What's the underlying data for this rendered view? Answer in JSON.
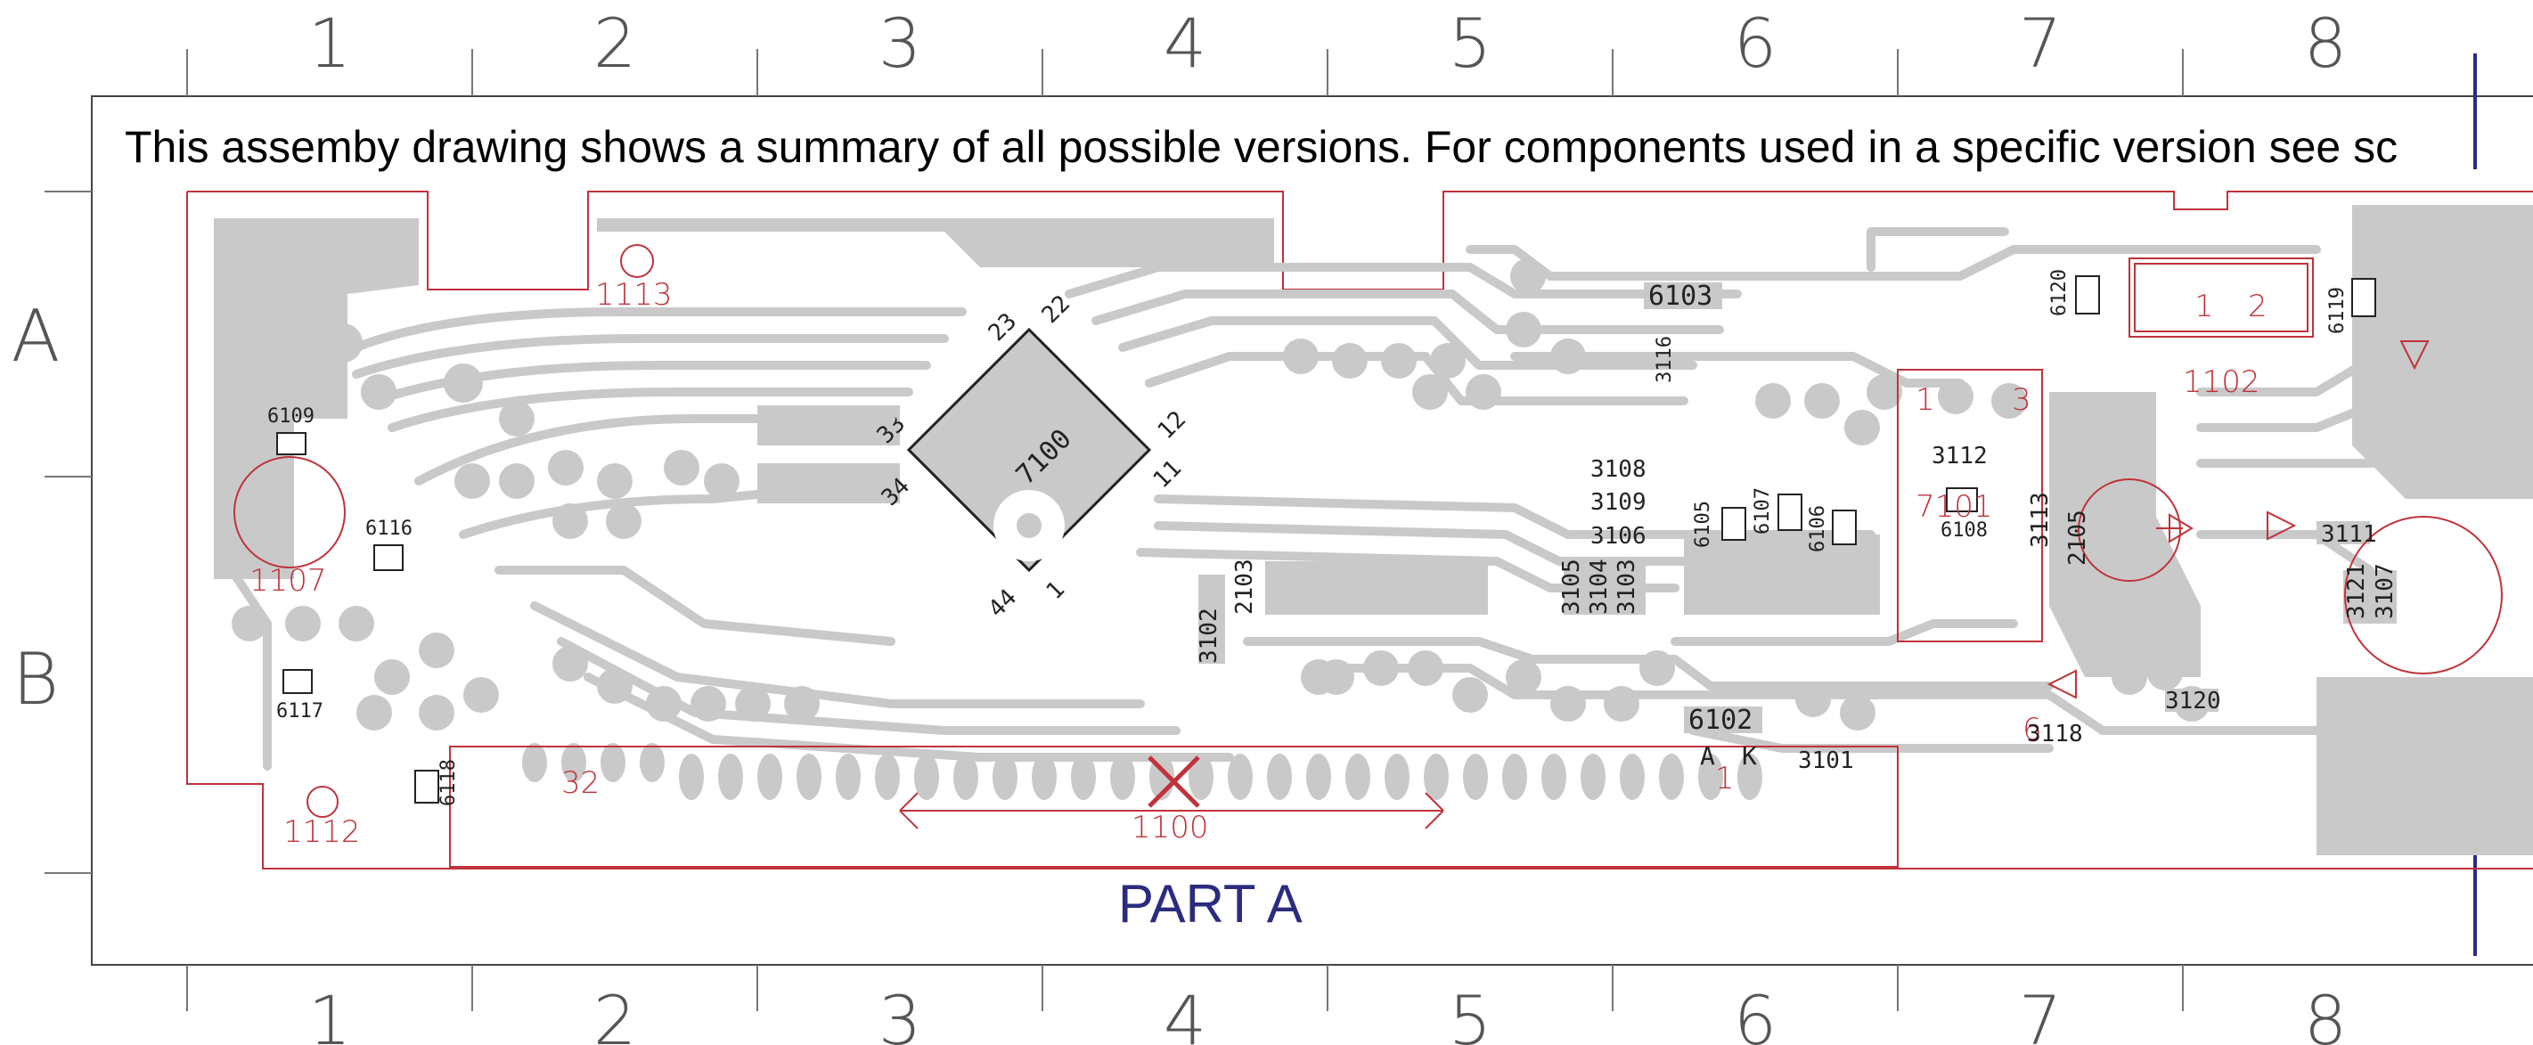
{
  "drawing": {
    "note": "This assemby drawing shows a summary of all possible versions.  For components used in a specific version see sc",
    "part_label": "PART A",
    "grid_columns": [
      "1",
      "2",
      "3",
      "4",
      "5",
      "6",
      "7",
      "8"
    ],
    "grid_rows": [
      "A",
      "B"
    ],
    "red_labels": [
      "1113",
      "1107",
      "1112",
      "32",
      "1100",
      "7101",
      "1102",
      "1",
      "3",
      "1",
      "2",
      "6",
      "1"
    ],
    "ic_label": "7100",
    "ic_pins": [
      "23",
      "22",
      "33",
      "34",
      "12",
      "11",
      "44",
      "1"
    ],
    "components": [
      "6109",
      "6116",
      "6117",
      "6118",
      "6103",
      "3116",
      "3108",
      "3109",
      "3106",
      "6105",
      "6107",
      "6106",
      "3112",
      "6108",
      "3113",
      "3105",
      "3104",
      "3103",
      "2103",
      "3102",
      "6102",
      "3101",
      "6120",
      "6119",
      "3111",
      "3121",
      "3107",
      "3120",
      "3118",
      "2105",
      "A",
      "K"
    ],
    "colors": {
      "copper": "#c9c9c9",
      "outline": "#c0323a",
      "part_label": "#2b2b80",
      "marker": "#2b2b80"
    }
  }
}
